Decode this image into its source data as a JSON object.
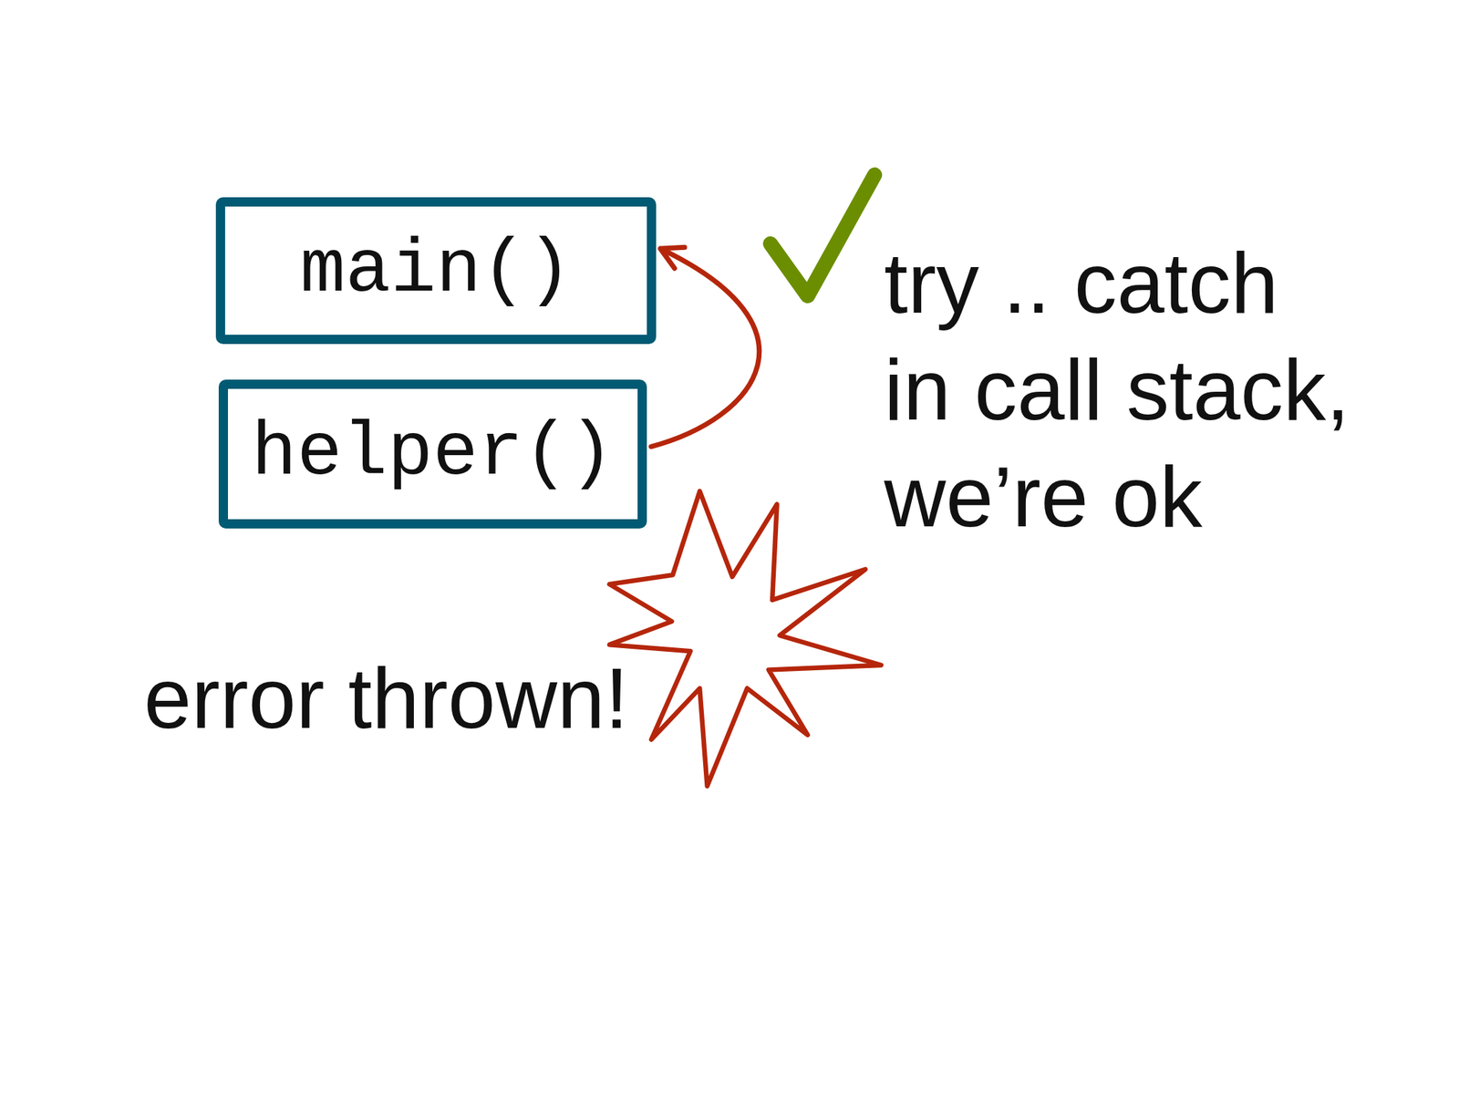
{
  "diagram": {
    "nodes": [
      {
        "text": [
          "main()"
        ]
      },
      {
        "text": [
          "helper()"
        ]
      }
    ],
    "edges": [
      {
        "from": 1,
        "to": 0,
        "arrow": "to"
      }
    ],
    "labels": [
      "error thrown!",
      "try .. catch",
      "in call stack,",
      "we’re ok"
    ]
  }
}
